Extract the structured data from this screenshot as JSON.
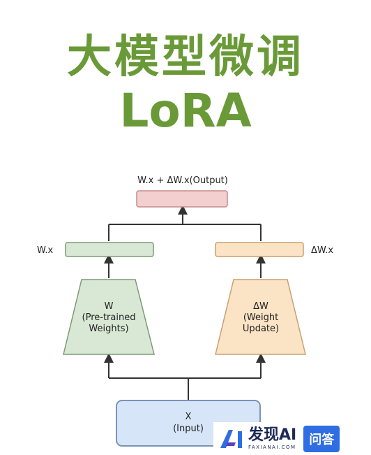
{
  "title": {
    "line1": "大模型微调",
    "line2": "LoRA"
  },
  "diagram": {
    "output_label": "W.x + ΔW.x(Output)",
    "left_out_label": "W.x",
    "right_out_label": "ΔW.x",
    "w_block": [
      "W",
      "(Pre-trained",
      "Weights)"
    ],
    "dw_block": [
      "ΔW",
      "(Weight",
      "Update)"
    ],
    "input_block": [
      "X",
      "(Input)"
    ],
    "colors": {
      "output_fill": "#f3d0d0",
      "output_stroke": "#c58a8a",
      "w_fill": "#d8e8d5",
      "w_stroke": "#7d9a78",
      "dw_fill": "#fbe3c5",
      "dw_stroke": "#c9a072",
      "input_fill": "#d6e5f7",
      "input_stroke": "#7b93b8",
      "line": "#333333"
    }
  },
  "badge": {
    "name": "发现AI",
    "subtitle": "FAXIANAI.COM",
    "qa": "问答"
  }
}
